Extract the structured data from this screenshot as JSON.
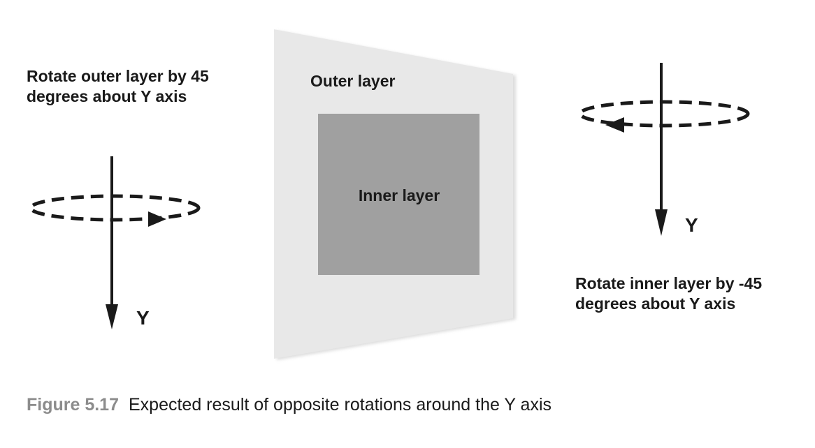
{
  "left_note": {
    "line1": "Rotate outer layer by 45",
    "line2": "degrees about Y axis"
  },
  "right_note": {
    "line1": "Rotate inner layer by -45",
    "line2": "degrees about Y axis"
  },
  "outer_layer": {
    "label": "Outer layer",
    "color": "#e8e8e8"
  },
  "inner_layer": {
    "label": "Inner layer",
    "color": "#a0a0a0"
  },
  "left_axis": {
    "label": "Y",
    "rotation_direction": "clockwise-arrow-right"
  },
  "right_axis": {
    "label": "Y",
    "rotation_direction": "counterclockwise-arrow-left"
  },
  "caption": {
    "number": "Figure 5.17",
    "text": "Expected result of opposite rotations around the Y axis"
  }
}
